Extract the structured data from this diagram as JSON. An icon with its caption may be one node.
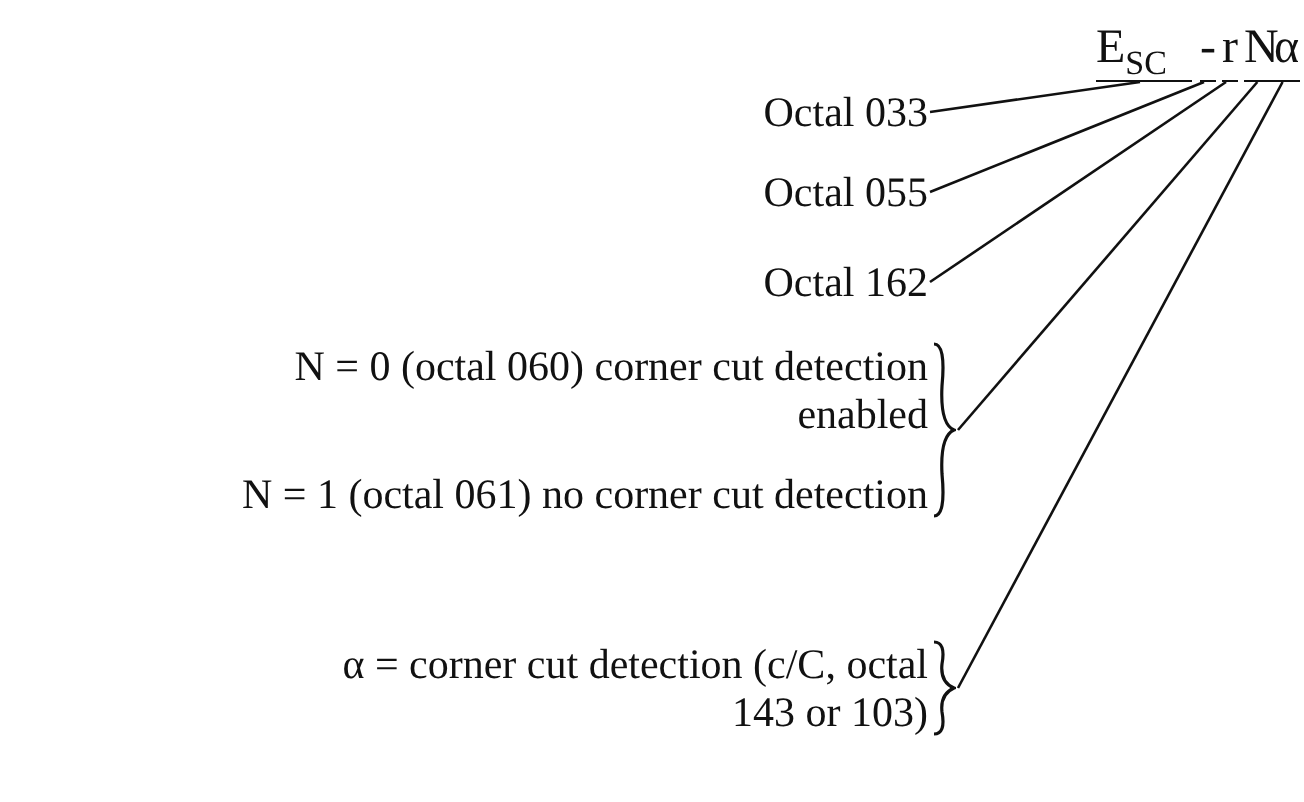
{
  "diagram": {
    "nodes": [
      {
        "text": [
          "E$_{SC}$"
        ]
      },
      {
        "text": [
          "-"
        ]
      },
      {
        "text": [
          "r"
        ]
      },
      {
        "text": [
          "N"
        ]
      },
      {
        "text": [
          "α"
        ]
      },
      {
        "text": [
          "Octal 033"
        ]
      },
      {
        "text": [
          "Octal 055"
        ]
      },
      {
        "text": [
          "Octal 162"
        ]
      },
      {
        "text": [
          "N = 0 (octal 060) corner cut detection enabled",
          "N = 1 (octal 061) no corner cut detection"
        ]
      },
      {
        "text": [
          "α = corner cut detection (c/C, octal 143 or 103)"
        ]
      }
    ],
    "edges": [
      {
        "from": 5,
        "to": 0,
        "arrow": "none"
      },
      {
        "from": 6,
        "to": 1,
        "arrow": "none"
      },
      {
        "from": 7,
        "to": 2,
        "arrow": "none"
      },
      {
        "from": 8,
        "to": 3,
        "arrow": "none"
      },
      {
        "from": 9,
        "to": 4,
        "arrow": "none"
      }
    ]
  }
}
